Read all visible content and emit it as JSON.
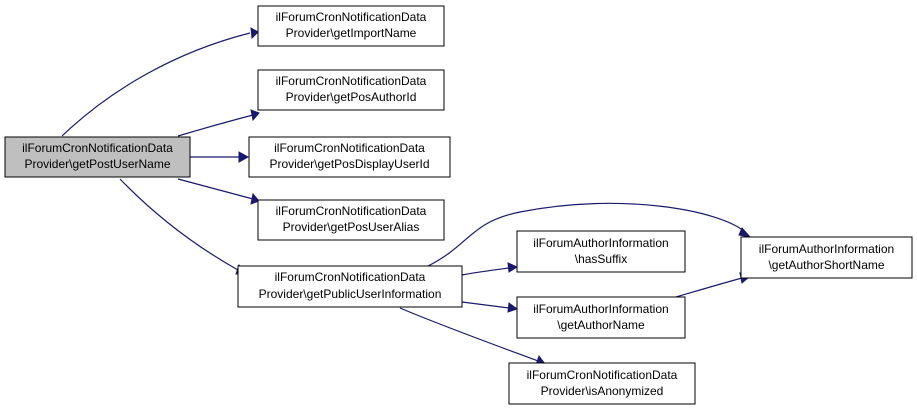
{
  "colors": {
    "root_fill": "#bfbfbf",
    "node_fill": "#ffffff",
    "border": "#000000",
    "edge": "#191970"
  },
  "nodes": {
    "root": {
      "line1": "ilForumCronNotificationData",
      "line2": "Provider\\getPostUserName"
    },
    "getImportName": {
      "line1": "ilForumCronNotificationData",
      "line2": "Provider\\getImportName"
    },
    "getPosAuthorId": {
      "line1": "ilForumCronNotificationData",
      "line2": "Provider\\getPosAuthorId"
    },
    "getPosDisplayUserId": {
      "line1": "ilForumCronNotificationData",
      "line2": "Provider\\getPosDisplayUserId"
    },
    "getPosUserAlias": {
      "line1": "ilForumCronNotificationData",
      "line2": "Provider\\getPosUserAlias"
    },
    "getPublicUserInformation": {
      "line1": "ilForumCronNotificationData",
      "line2": "Provider\\getPublicUserInformation"
    },
    "hasSuffix": {
      "line1": "ilForumAuthorInformation",
      "line2": "\\hasSuffix"
    },
    "getAuthorName": {
      "line1": "ilForumAuthorInformation",
      "line2": "\\getAuthorName"
    },
    "isAnonymized": {
      "line1": "ilForumCronNotificationData",
      "line2": "Provider\\isAnonymized"
    },
    "getAuthorShortName": {
      "line1": "ilForumAuthorInformation",
      "line2": "\\getAuthorShortName"
    }
  }
}
